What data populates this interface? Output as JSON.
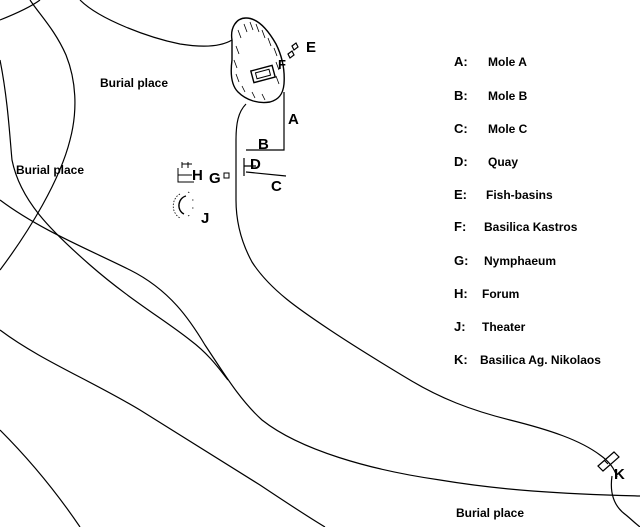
{
  "map": {
    "burial_labels": [
      "Burial place",
      "Burial place",
      "Burial place"
    ],
    "site_letters": [
      "A",
      "B",
      "C",
      "D",
      "E",
      "F",
      "G",
      "H",
      "J",
      "K"
    ]
  },
  "legend": {
    "items": [
      {
        "key": "A:",
        "label": "Mole A"
      },
      {
        "key": "B:",
        "label": "Mole B"
      },
      {
        "key": "C:",
        "label": "Mole C"
      },
      {
        "key": "D:",
        "label": "Quay"
      },
      {
        "key": "E:",
        "label": "Fish-basins"
      },
      {
        "key": "F:",
        "label": "Basilica Kastros"
      },
      {
        "key": "G:",
        "label": "Nymphaeum"
      },
      {
        "key": "H:",
        "label": "Forum"
      },
      {
        "key": "J:",
        "label": "Theater"
      },
      {
        "key": "K:",
        "label": "Basilica Ag. Nikolaos"
      }
    ]
  },
  "colors": {
    "line": "#000000",
    "background": "#ffffff"
  }
}
